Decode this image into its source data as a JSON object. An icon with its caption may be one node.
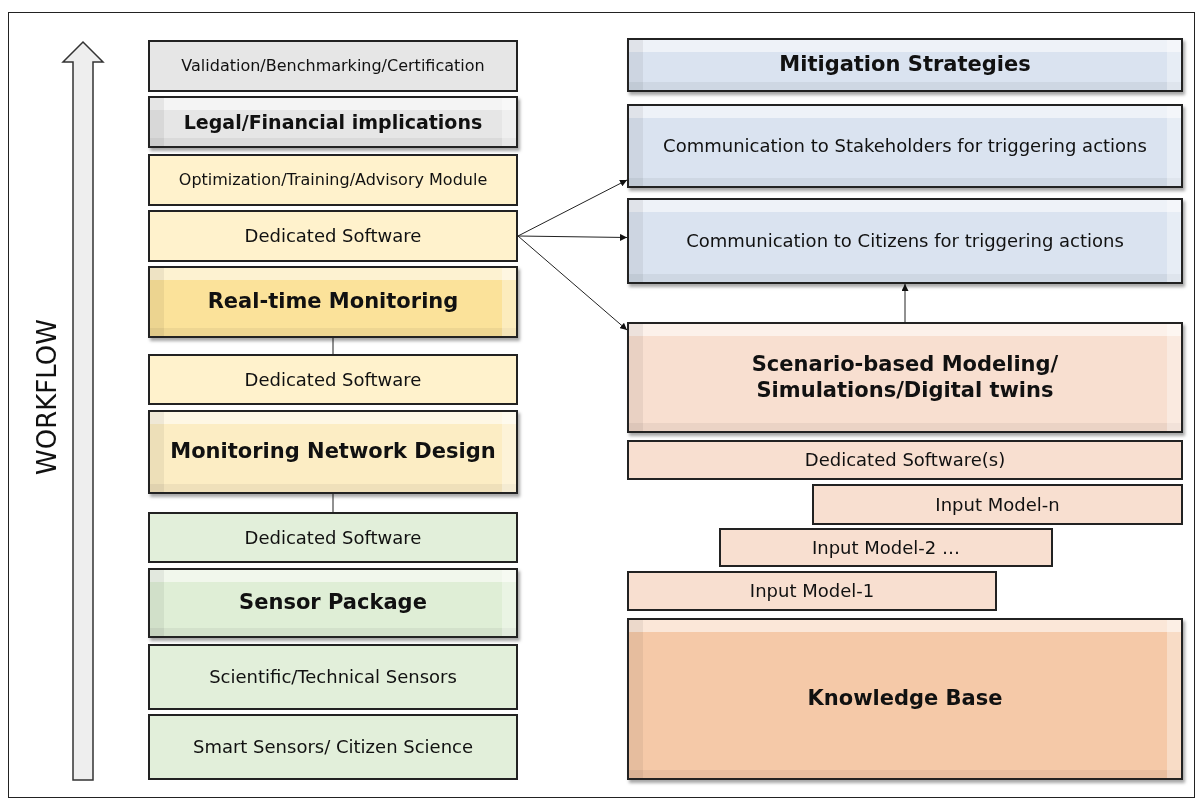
{
  "diagram": {
    "nodes": [
      {
        "text": [
          "Validation/Benchmarking/Certification"
        ]
      },
      {
        "text": [
          "Legal/Financial implications"
        ]
      },
      {
        "text": [
          "Optimization/Training/Advisory Module"
        ]
      },
      {
        "text": [
          "Dedicated Software"
        ]
      },
      {
        "text": [
          "Real-time Monitoring"
        ]
      },
      {
        "text": [
          "Dedicated Software"
        ]
      },
      {
        "text": [
          "Monitoring Network Design"
        ]
      },
      {
        "text": [
          "Dedicated Software"
        ]
      },
      {
        "text": [
          "Sensor Package"
        ]
      },
      {
        "text": [
          "Scientific/Technical Sensors"
        ]
      },
      {
        "text": [
          "Smart Sensors/ Citizen Science"
        ]
      },
      {
        "text": [
          "Mitigation Strategies"
        ]
      },
      {
        "text": [
          "Communication to Stakeholders for triggering actions"
        ]
      },
      {
        "text": [
          "Communication to Citizens for triggering actions"
        ]
      },
      {
        "text": [
          "Scenario-based Modeling/ Simulations/Digital twins"
        ]
      },
      {
        "text": [
          "Dedicated Software(s)"
        ]
      },
      {
        "text": [
          "Input Model-n"
        ]
      },
      {
        "text": [
          "Input Model-2 …"
        ]
      },
      {
        "text": [
          "Input Model-1"
        ]
      },
      {
        "text": [
          "Knowledge Base"
        ]
      }
    ],
    "edges": [
      {
        "from": 3,
        "to": 12,
        "arrow": "to"
      },
      {
        "from": 3,
        "to": 13,
        "arrow": "to"
      },
      {
        "from": 3,
        "to": 14,
        "arrow": "to"
      },
      {
        "from": 14,
        "to": 13,
        "arrow": "to"
      },
      {
        "from": 4,
        "to": 5,
        "arrow": "none"
      },
      {
        "from": 6,
        "to": 7,
        "arrow": "none"
      }
    ],
    "labels": [
      "WORKFLOW"
    ]
  }
}
